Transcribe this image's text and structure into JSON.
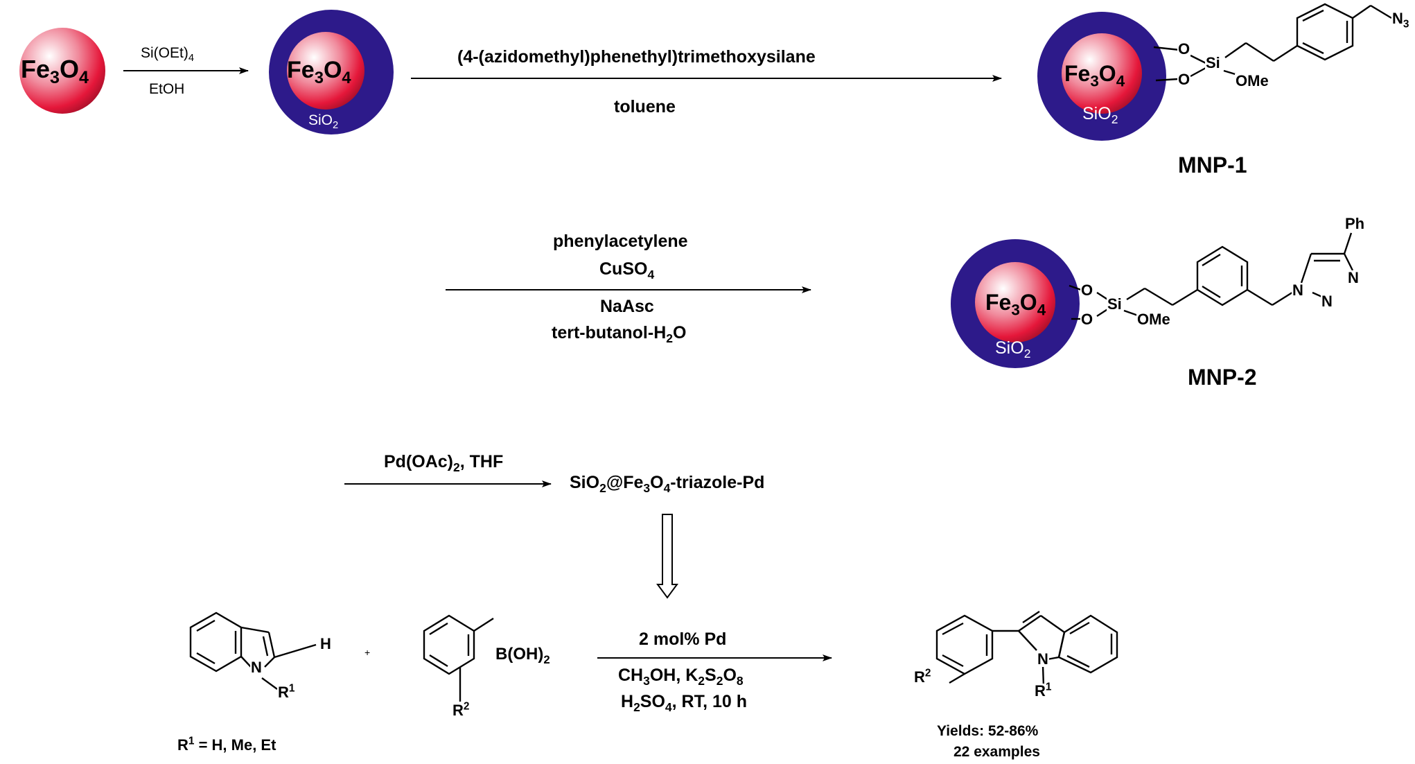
{
  "particles": {
    "core": {
      "f1": "Fe",
      "s1": "3",
      "f2": "O",
      "s2": "4"
    },
    "shell": {
      "f": "SiO",
      "s": "2"
    }
  },
  "step1": {
    "reagent": {
      "f": "Si(OEt)",
      "s": "4"
    },
    "solvent": "EtOH"
  },
  "step2": {
    "reagent": "(4-(azidomethyl)phenethyl)trimethoxysilane",
    "solvent": "toluene"
  },
  "step3": {
    "r1": "phenylacetylene",
    "r2": {
      "f": "CuSO",
      "s": "4"
    },
    "r3": "NaAsc",
    "r4": {
      "f": "tert-butanol-H",
      "s": "2",
      "g": "O"
    }
  },
  "step4": {
    "reagent": {
      "f": "Pd(OAc)",
      "s": "2",
      "g": ", THF"
    },
    "product": {
      "a": "SiO",
      "s1": "2",
      "b": "@Fe",
      "s2": "3",
      "c": "O",
      "s3": "4",
      "d": "-triazole-Pd"
    }
  },
  "step5": {
    "catalyst": "2 mol% Pd",
    "cond1": {
      "a": "CH",
      "s1": "3",
      "b": "OH, K",
      "s2": "2",
      "c": "S",
      "s3": "2",
      "d": "O",
      "s4": "8"
    },
    "cond2": {
      "a": "H",
      "s1": "2",
      "b": "SO",
      "s2": "4",
      "c": ", RT, 10 h"
    }
  },
  "labels": {
    "mnp1": "MNP-1",
    "mnp2": "MNP-2"
  },
  "atoms": {
    "O": "O",
    "Si": "Si",
    "OMe": "OMe",
    "N": "N",
    "H": "H",
    "Ph": "Ph",
    "N3": {
      "f": "N",
      "s": "3"
    },
    "boronic": {
      "f": "B(OH)",
      "s": "2"
    },
    "R": "R",
    "one": "1",
    "two": "2",
    "plus": "+"
  },
  "substituent_def": {
    "f": "R",
    "sup": "1",
    "g": " = H, Me, Et"
  },
  "yields": {
    "line1": "Yields: 52-86%",
    "line2": "22 examples"
  },
  "colors": {
    "core": "#e5173a",
    "shell": "#2d1a8a"
  }
}
